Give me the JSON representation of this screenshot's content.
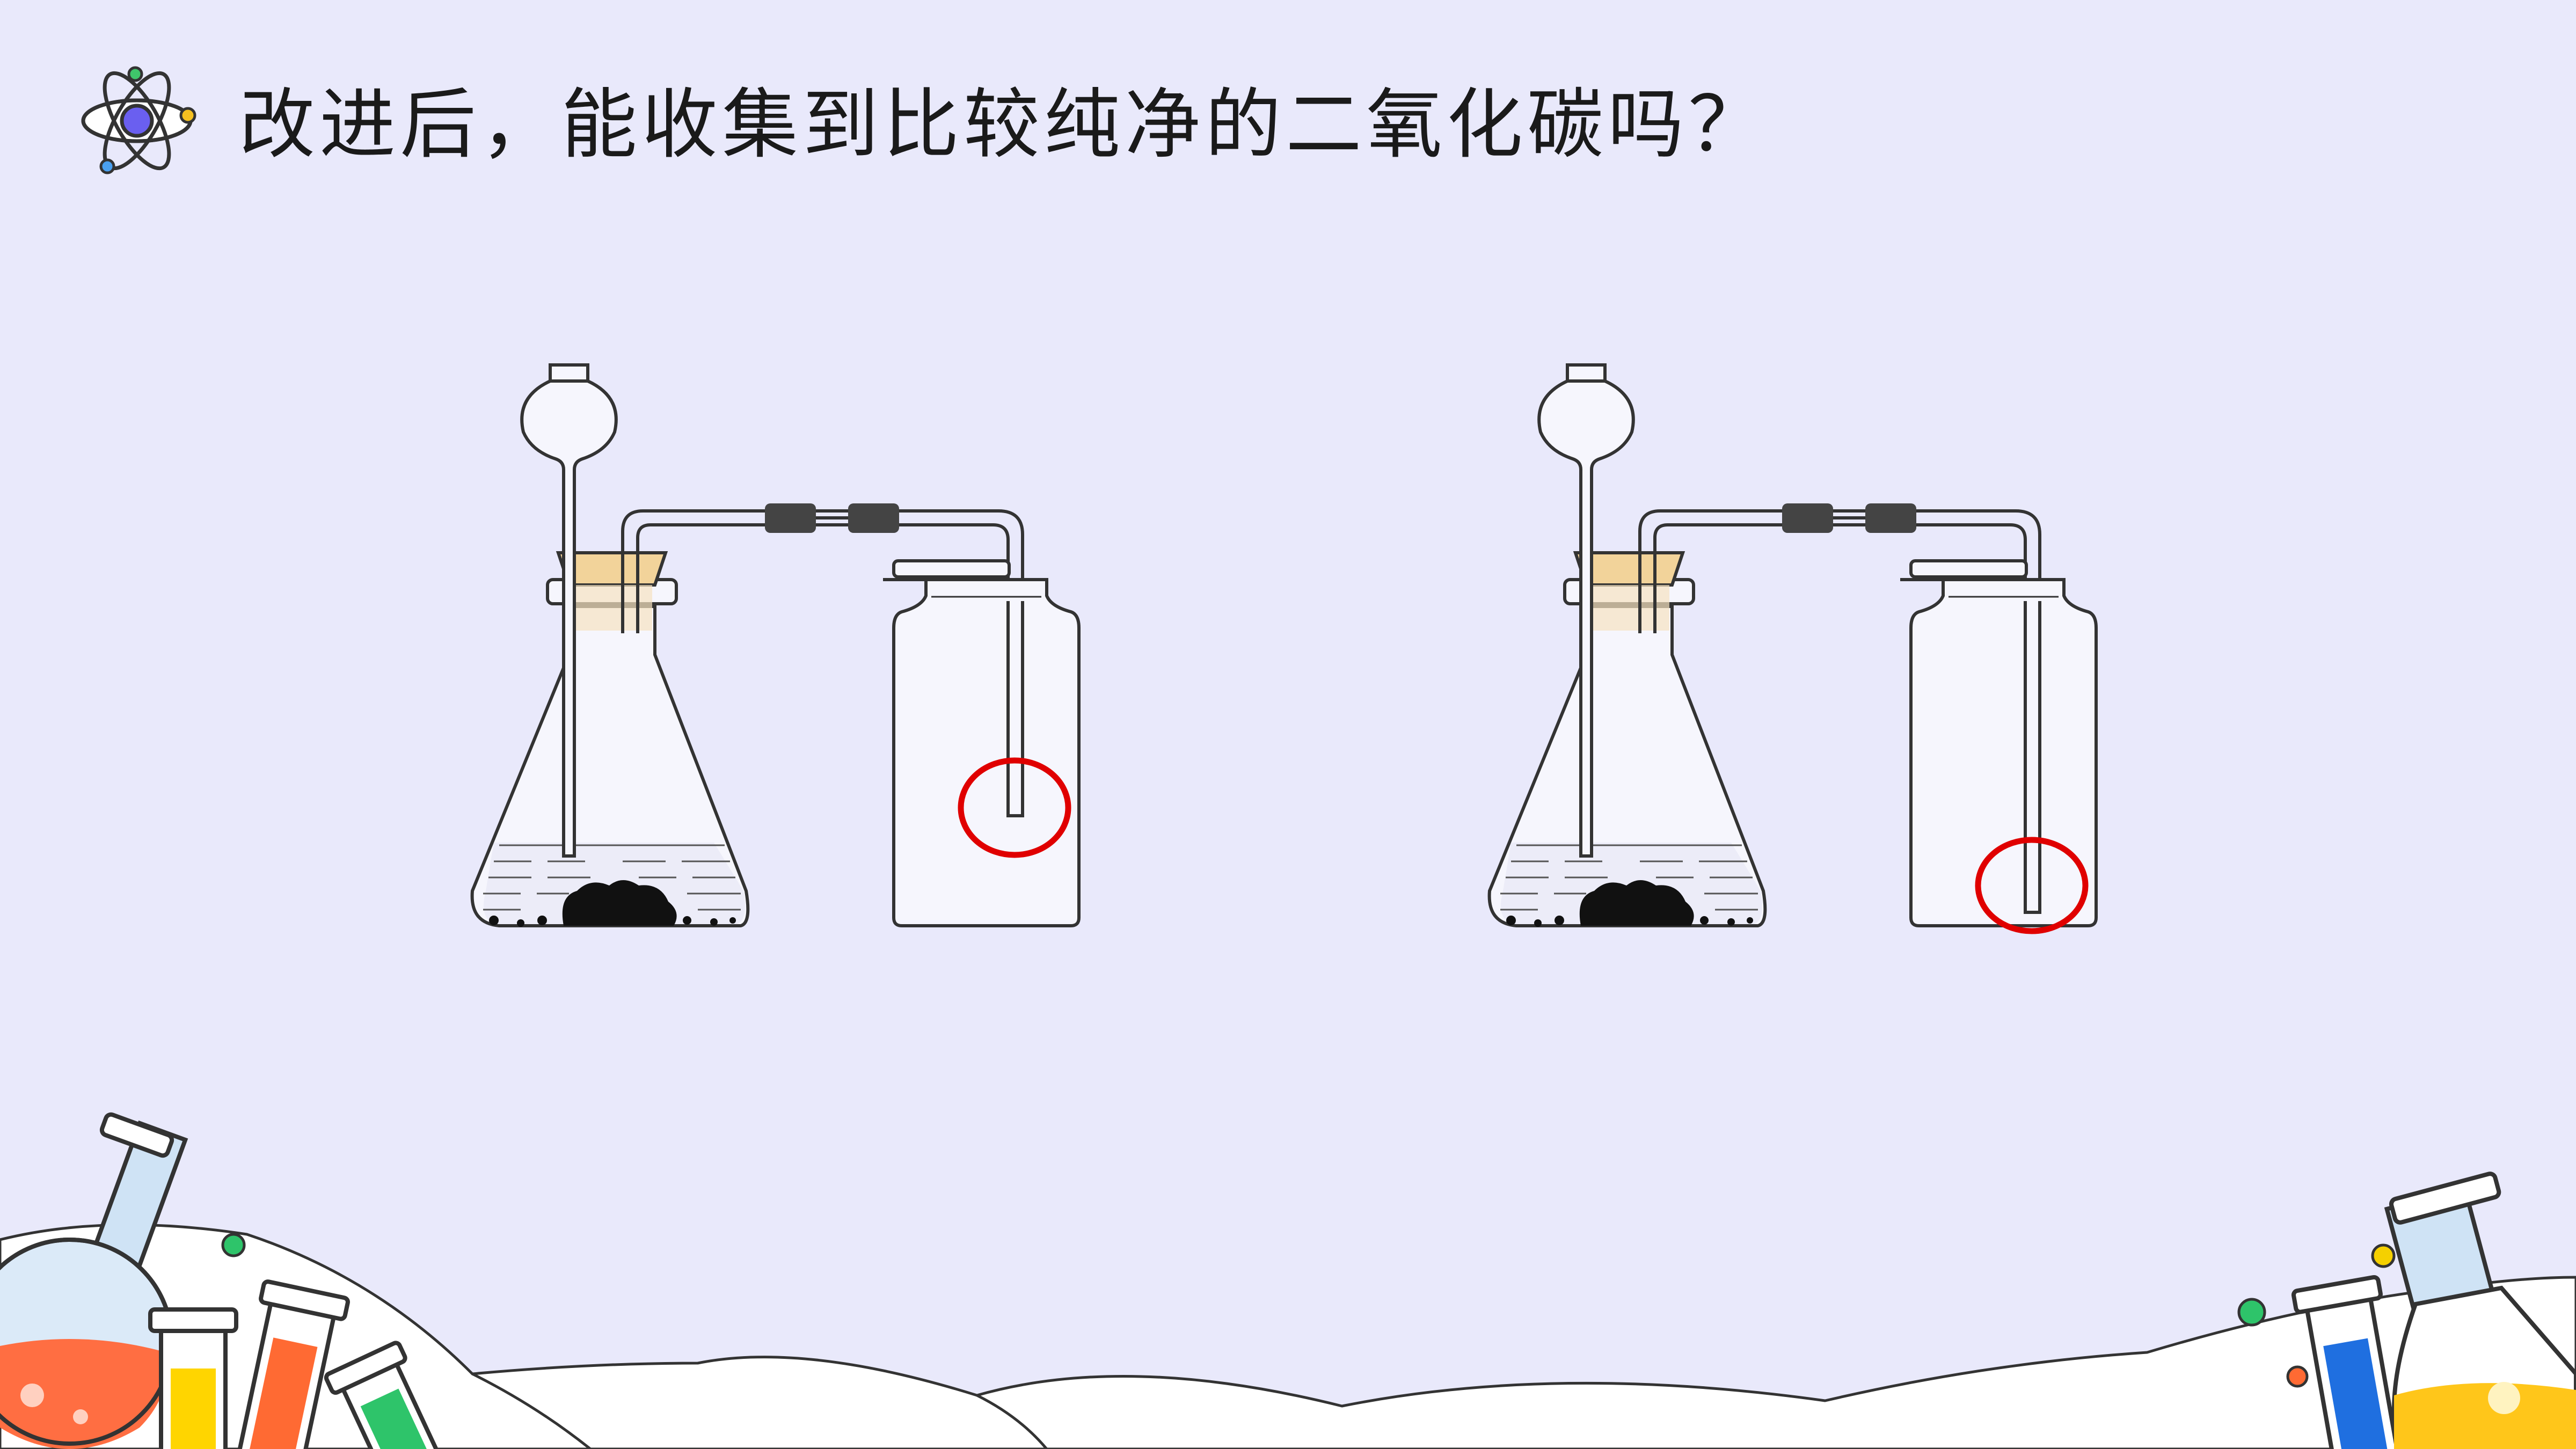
{
  "slide": {
    "title": "改进后，能收集到比较纯净的二氧化碳吗？",
    "icon": "atom-icon",
    "accent_color": "#e00000",
    "background_color": "#e9e9fb"
  },
  "apparatus": [
    {
      "name": "left",
      "delivery_tube_end": "upper",
      "highlight": "red-circle"
    },
    {
      "name": "right",
      "delivery_tube_end": "bottom",
      "highlight": "red-circle"
    }
  ]
}
